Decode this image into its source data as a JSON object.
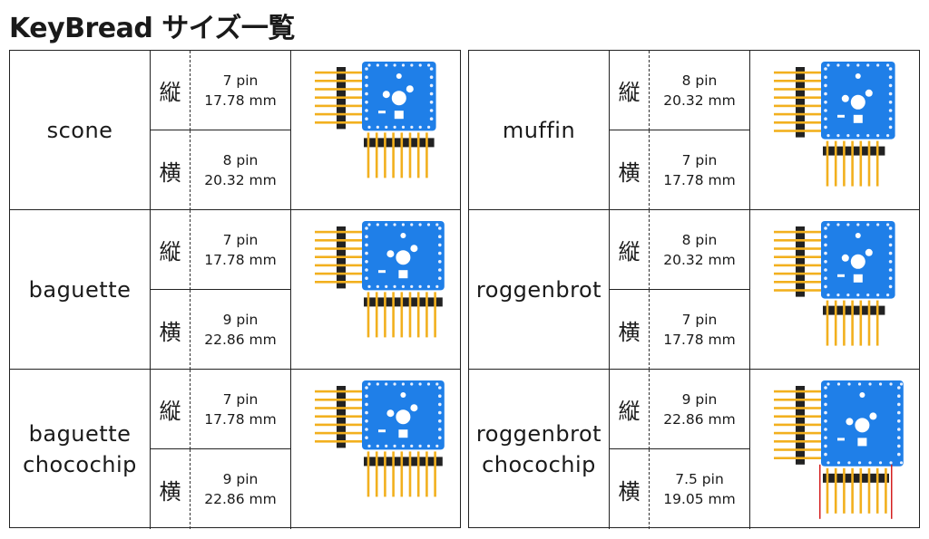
{
  "page_title": "KeyBread サイズ一覧",
  "labels": {
    "vertical": "縦",
    "horizontal": "横"
  },
  "colors": {
    "pcb": "#1f7fe8",
    "header": "#222222",
    "pin": "#f2b01e",
    "guide": "#d42020"
  },
  "left_table": [
    {
      "name": [
        "scone"
      ],
      "vertical": [
        "7 pin",
        "17.78 mm"
      ],
      "horizontal": [
        "8 pin",
        "20.32 mm"
      ]
    },
    {
      "name": [
        "baguette"
      ],
      "vertical": [
        "7 pin",
        "17.78 mm"
      ],
      "horizontal": [
        "9 pin",
        "22.86 mm"
      ]
    },
    {
      "name": [
        "baguette",
        "chocochip"
      ],
      "vertical": [
        "7 pin",
        "17.78 mm"
      ],
      "horizontal": [
        "9 pin",
        "22.86 mm"
      ]
    }
  ],
  "right_table": [
    {
      "name": [
        "muffin"
      ],
      "vertical": [
        "8 pin",
        "20.32 mm"
      ],
      "horizontal": [
        "7 pin",
        "17.78 mm"
      ]
    },
    {
      "name": [
        "roggenbrot"
      ],
      "vertical": [
        "8 pin",
        "20.32 mm"
      ],
      "horizontal": [
        "7 pin",
        "17.78 mm"
      ]
    },
    {
      "name": [
        "roggenbrot",
        "chocochip"
      ],
      "vertical": [
        "9 pin",
        "22.86 mm"
      ],
      "horizontal": [
        "7.5 pin",
        "19.05 mm"
      ]
    }
  ]
}
